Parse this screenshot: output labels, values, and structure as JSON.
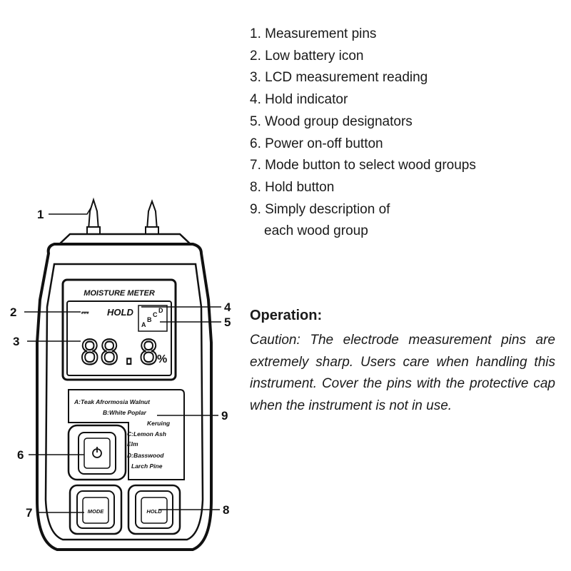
{
  "legend": [
    "1. Measurement pins",
    "2. Low battery icon",
    "3. LCD measurement reading",
    "4. Hold indicator",
    "5. Wood group designators",
    "6. Power on-off button",
    "7. Mode button to select wood groups",
    "8. Hold button",
    "9. Simply description of",
    "each wood group"
  ],
  "operation": {
    "title": "Operation:",
    "text": "Caution: The electrode measurement pins are extremely sharp. Users care when handling this instrument. Cover the pins with the protective cap when the instrument is not in use."
  },
  "device": {
    "brand_label": "MOISTURE METER",
    "hold_label": "HOLD",
    "battery_label": "⎓",
    "reading_digits": "88.8",
    "unit": "%",
    "groups": [
      "A",
      "B",
      "C",
      "D"
    ],
    "wood_groups": {
      "a": "A:Teak Afrormosia Walnut",
      "b1": "B:White Poplar",
      "b2": "Keruing",
      "c1": "C:Lemon Ash",
      "c2": "Elm",
      "d1": "D:Basswood",
      "d2": "Larch Pine"
    },
    "mode_button_label": "MODE",
    "hold_button_label": "HOLD"
  },
  "callouts": [
    "1",
    "2",
    "3",
    "4",
    "5",
    "6",
    "7",
    "8",
    "9"
  ]
}
